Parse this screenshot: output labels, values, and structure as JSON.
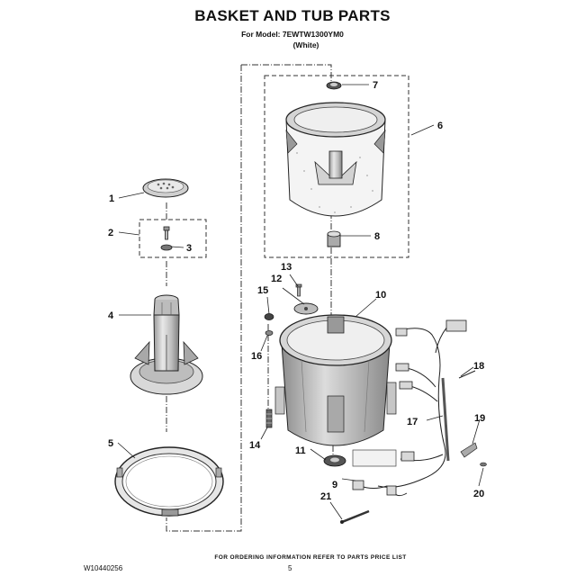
{
  "header": {
    "title": "BASKET AND TUB PARTS",
    "model_line": "For Model: 7EWTW1300YM0",
    "color_line": "(White)"
  },
  "callouts": [
    "1",
    "2",
    "3",
    "4",
    "5",
    "6",
    "7",
    "8",
    "9",
    "10",
    "11",
    "12",
    "13",
    "14",
    "15",
    "16",
    "17",
    "18",
    "19",
    "20",
    "21"
  ],
  "footer": {
    "ordering_note": "FOR ORDERING INFORMATION REFER TO PARTS PRICE LIST",
    "document_number": "W10440256",
    "page_number": "5"
  }
}
